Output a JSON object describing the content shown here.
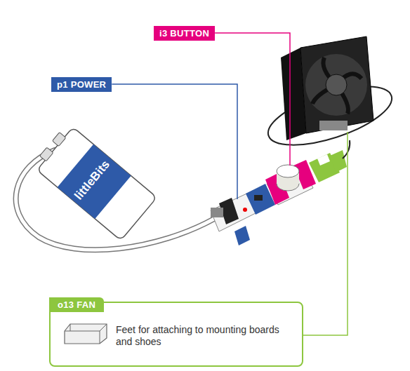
{
  "diagram": {
    "nodes": [
      {
        "text": [
          "i3 BUTTON"
        ]
      },
      {
        "text": [
          "p1 POWER"
        ]
      },
      {
        "text": [
          "o13 FAN",
          "Feet for attaching to mounting boards and shoes"
        ]
      }
    ],
    "labels": [
      "littleBits"
    ]
  }
}
